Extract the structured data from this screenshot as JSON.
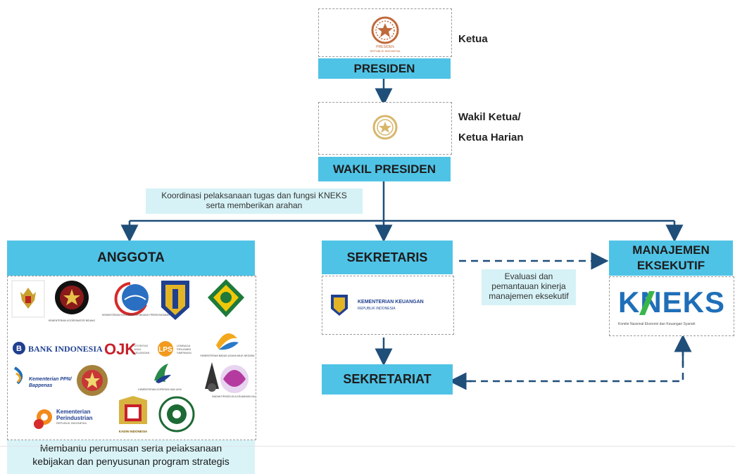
{
  "presiden": {
    "title": "PRESIDEN",
    "role": "Ketua",
    "seal_text": [
      "PRESIDEN",
      "REPUBLIK INDONESIA"
    ]
  },
  "wakil": {
    "title": "WAKIL PRESIDEN",
    "role_line1": "Wakil Ketua/",
    "role_line2": "Ketua Harian"
  },
  "koordinasi_note": {
    "line1": "Koordinasi pelaksanaan tugas dan fungsi KNEKS",
    "line2": "serta memberikan arahan"
  },
  "anggota": {
    "title": "ANGGOTA",
    "footer_line1": "Membantu perumusan serta pelaksanaan",
    "footer_line2": "kebijakan dan penyusunan program strategis",
    "logos": {
      "bank_indonesia": "BANK INDONESIA",
      "ojk": "OJK",
      "ppn_line1": "Kementerian PPN/",
      "ppn_line2": "Bappenas",
      "perindustrian_line1": "Kementerian",
      "perindustrian_line2": "Perindustrian",
      "perindustrian_line3": "REPUBLIK INDONESIA",
      "kadin": "KADIN INDONESIA"
    }
  },
  "sekretaris": {
    "title": "SEKRETARIS",
    "kemenkeu_line1": "KEMENTERIAN KEUANGAN",
    "kemenkeu_line2": "REPUBLIK INDONESIA"
  },
  "evaluasi_note": {
    "line1": "Evaluasi dan",
    "line2": "pemantauan kinerja",
    "line3": "manajemen eksekutif"
  },
  "manajemen": {
    "title_line1": "MANAJEMEN",
    "title_line2": "EKSEKUTIF",
    "logo_text": "KNEKS",
    "logo_sub": "Komite Nasional Ekonomi dan Keuangan Syariah"
  },
  "sekretariat": {
    "title": "SEKRETARIAT"
  },
  "colors": {
    "header": "#4fc3e6",
    "note": "#d6f2f6",
    "arrow": "#1f4e79",
    "kneks_blue": "#1f6fb8",
    "kneks_green": "#39b54a"
  }
}
